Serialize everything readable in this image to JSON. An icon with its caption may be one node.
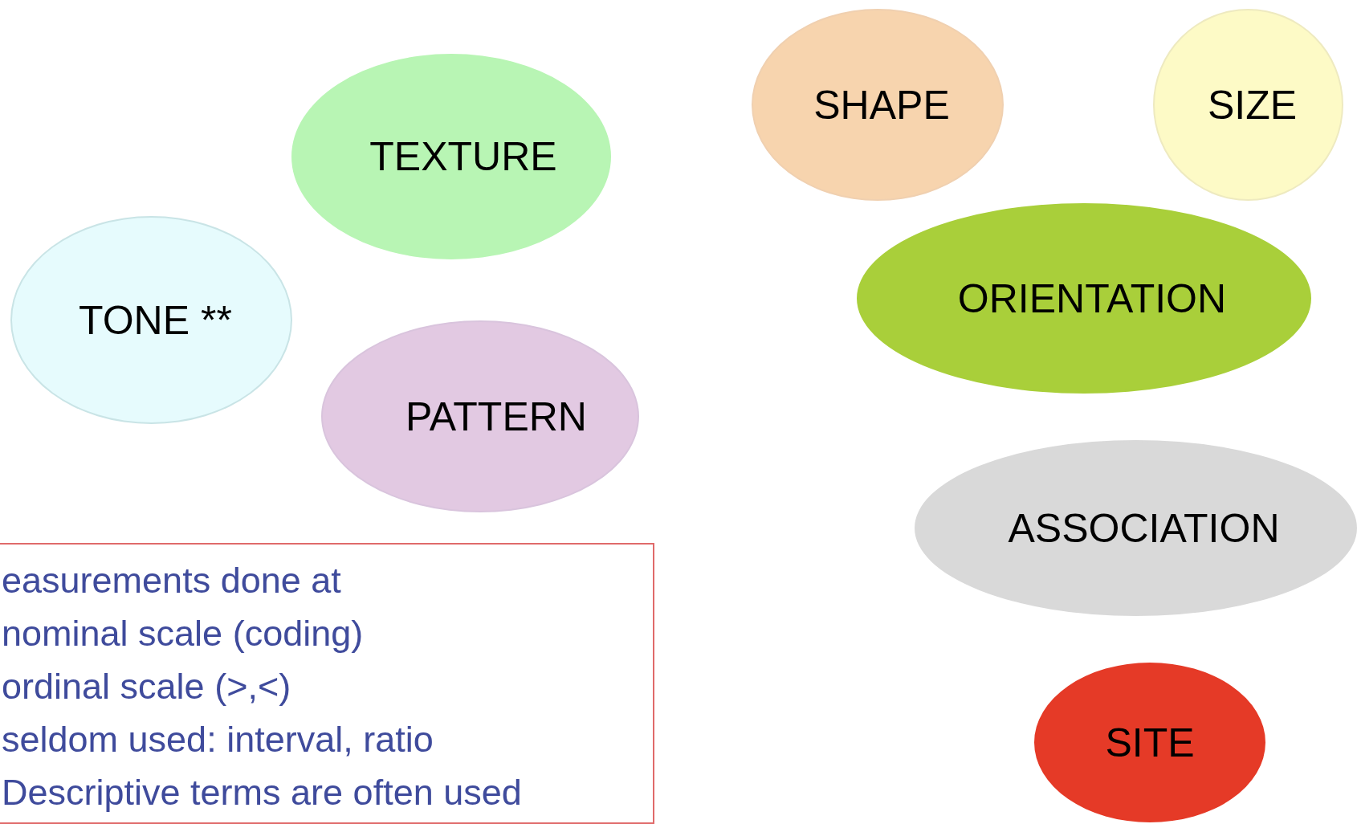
{
  "diagram": {
    "nodes": [
      {
        "text": [
          "TEXTURE"
        ]
      },
      {
        "text": [
          "TONE **"
        ]
      },
      {
        "text": [
          "PATTERN"
        ]
      },
      {
        "text": [
          "SHAPE"
        ]
      },
      {
        "text": [
          "SIZE"
        ]
      },
      {
        "text": [
          "ORIENTATION"
        ]
      },
      {
        "text": [
          "ASSOCIATION"
        ]
      },
      {
        "text": [
          "SITE"
        ]
      },
      {
        "text": [
          "easurements done at",
          "nominal scale (coding)",
          "ordinal scale (>,<)",
          "seldom used: interval, ratio",
          "Descriptive terms are often used"
        ]
      }
    ],
    "edges": []
  }
}
